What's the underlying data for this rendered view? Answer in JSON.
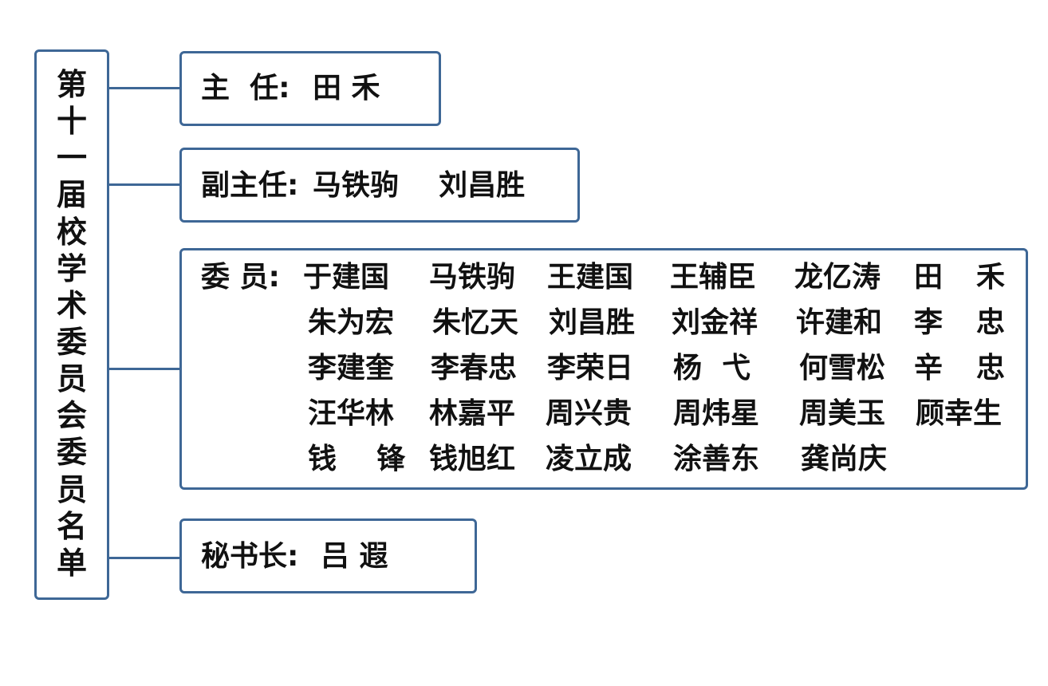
{
  "title_chars": [
    "第",
    "十",
    "一",
    "届",
    "校",
    "学",
    "术",
    "委",
    "员",
    "会",
    "委",
    "员",
    "名",
    "单"
  ],
  "director": {
    "label": "主  任:",
    "name": "田 禾"
  },
  "deputy": {
    "label": "副主任:",
    "names": "马铁驹    刘昌胜"
  },
  "members": {
    "label": "委 员:",
    "rows": [
      [
        "于建国",
        "马铁驹",
        "王建国",
        "王辅臣",
        "龙亿涛",
        "田",
        "禾"
      ],
      [
        "朱为宏",
        "朱忆天",
        "刘昌胜",
        "刘金祥",
        "许建和",
        "李",
        "忠"
      ],
      [
        "李建奎",
        "李春忠",
        "李荣日",
        "杨  弋",
        "何雪松",
        "辛",
        "忠"
      ],
      [
        "汪华林",
        "林嘉平",
        "周兴贵",
        "周炜星",
        "周美玉",
        "顾幸生"
      ],
      [
        "钱    锋",
        "钱旭红",
        "凌立成",
        "涂善东",
        "龚尚庆"
      ]
    ]
  },
  "secretary": {
    "label": "秘书长:",
    "name": "吕 遐"
  }
}
